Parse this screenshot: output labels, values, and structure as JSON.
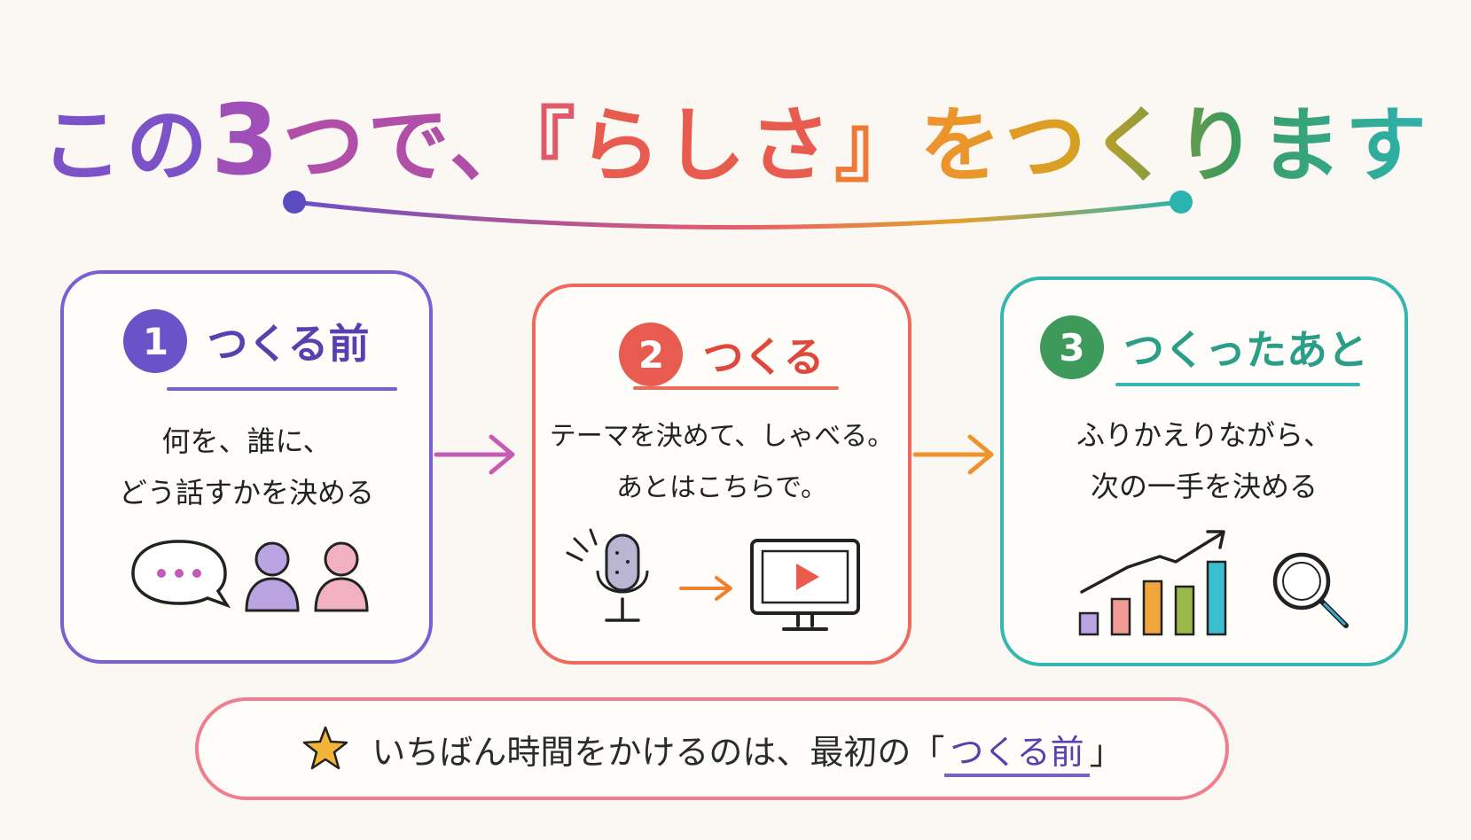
{
  "title": {
    "part1": "この",
    "num": "3",
    "part2": "つで、",
    "open_quote": "『",
    "highlight": "らしさ",
    "close_quote": "』",
    "part3": "をつくります"
  },
  "colors": {
    "purple": "#7b52c8",
    "red": "#e85b4f",
    "orange": "#f0922e",
    "teal": "#2bb3b0",
    "green": "#3e9a5b"
  },
  "cards": [
    {
      "number": "1",
      "title": "つくる前",
      "body_line1": "何を、誰に、",
      "body_line2": "どう話すかを決める",
      "icons": [
        "speech-bubble-icon",
        "person-icon",
        "person-icon"
      ]
    },
    {
      "number": "2",
      "title": "つくる",
      "body_line1": "テーマを決めて、しゃべる。",
      "body_line2": "あとはこちらで。",
      "icons": [
        "microphone-icon",
        "arrow-right-icon",
        "monitor-play-icon"
      ]
    },
    {
      "number": "3",
      "title": "つくったあと",
      "body_line1": "ふりかえりながら、",
      "body_line2": "次の一手を決める",
      "icons": [
        "bar-chart-icon",
        "magnifier-icon"
      ]
    }
  ],
  "footer": {
    "icon": "star-icon",
    "text": "いちばん時間をかけるのは、最初の",
    "quote_open": "「",
    "highlight": "つくる前",
    "quote_close": "」"
  }
}
